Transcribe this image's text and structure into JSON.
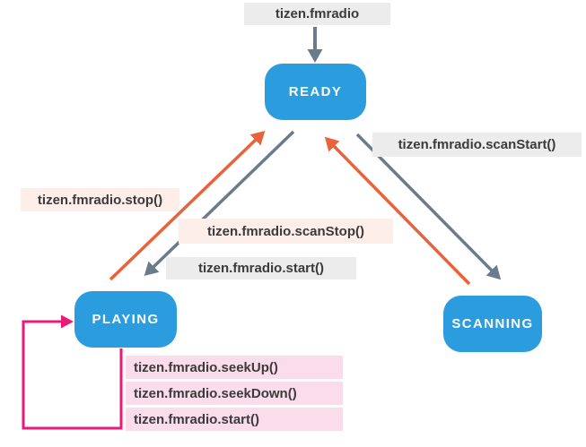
{
  "diagram": {
    "api_label": "tizen.fmradio",
    "states": {
      "ready": "READY",
      "playing": "PLAYING",
      "scanning": "SCANNING"
    },
    "transitions": {
      "stop": {
        "from": "PLAYING",
        "to": "READY",
        "label": "tizen.fmradio.stop()"
      },
      "start": {
        "from": "READY",
        "to": "PLAYING",
        "label": "tizen.fmradio.start()"
      },
      "scan_stop": {
        "from": "SCANNING",
        "to": "READY",
        "label": "tizen.fmradio.scanStop()"
      },
      "scan_start": {
        "from": "READY",
        "to": "SCANNING",
        "label": "tizen.fmradio.scanStart()"
      },
      "self_loop": {
        "from": "PLAYING",
        "to": "PLAYING",
        "labels": [
          "tizen.fmradio.seekUp()",
          "tizen.fmradio.seekDown()",
          "tizen.fmradio.start()"
        ]
      }
    },
    "colors": {
      "state_fill": "#2b9cde",
      "state_text": "#ffffff",
      "arrow_slate": "#6b7b8b",
      "arrow_orange": "#e8623b",
      "arrow_pink": "#ea1a78",
      "tag_gray_bg": "#ececec",
      "tag_peach_bg": "#fdeeea",
      "tag_pink_bg": "#fbdcea",
      "tag_text": "#3b3b3b"
    }
  }
}
